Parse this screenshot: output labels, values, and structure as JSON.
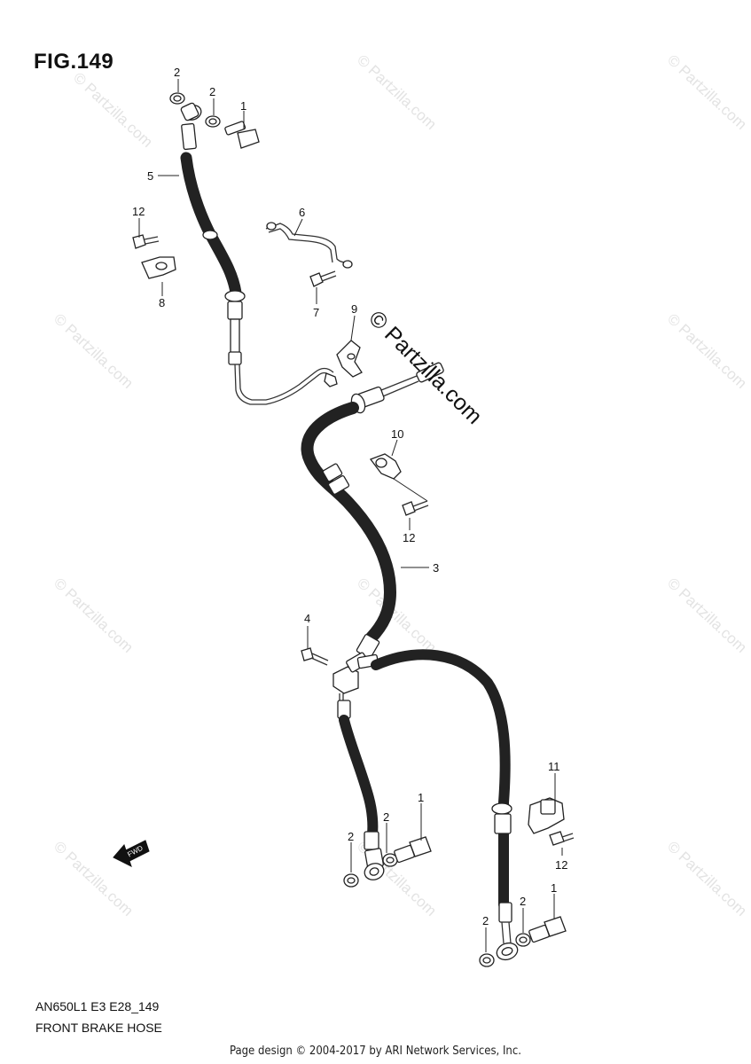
{
  "figure": {
    "title": "FIG.149",
    "code": "AN650L1 E3 E28_149",
    "name": "FRONT BRAKE HOSE"
  },
  "footer": "Page design © 2004-2017 by ARI Network Services, Inc.",
  "watermark": {
    "small": "© Partzilla.com",
    "center": "© Partzilla.com"
  },
  "fwd_label": "FWD",
  "callouts": {
    "c1a": "1",
    "c1b": "1",
    "c1c": "1",
    "c2a": "2",
    "c2b": "2",
    "c2c": "2",
    "c2d": "2",
    "c2e": "2",
    "c2f": "2",
    "c3": "3",
    "c4": "4",
    "c5": "5",
    "c6": "6",
    "c7": "7",
    "c8": "8",
    "c9": "9",
    "c10": "10",
    "c11": "11",
    "c12a": "12",
    "c12b": "12",
    "c12c": "12"
  },
  "colors": {
    "line": "#222222",
    "watermark": "#e3e3e3",
    "background": "#ffffff"
  }
}
